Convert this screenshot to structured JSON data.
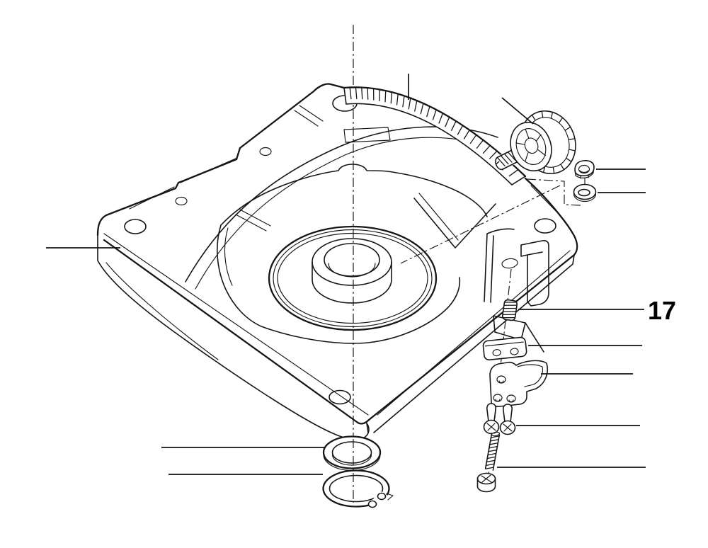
{
  "figure": {
    "kind": "exploded-parts-diagram",
    "subject": "tool base casting with bevel scale, worm gear knob and fasteners"
  },
  "labels": {
    "part_number": "17"
  },
  "colors": {
    "ink": "#161616",
    "background": "#ffffff"
  }
}
